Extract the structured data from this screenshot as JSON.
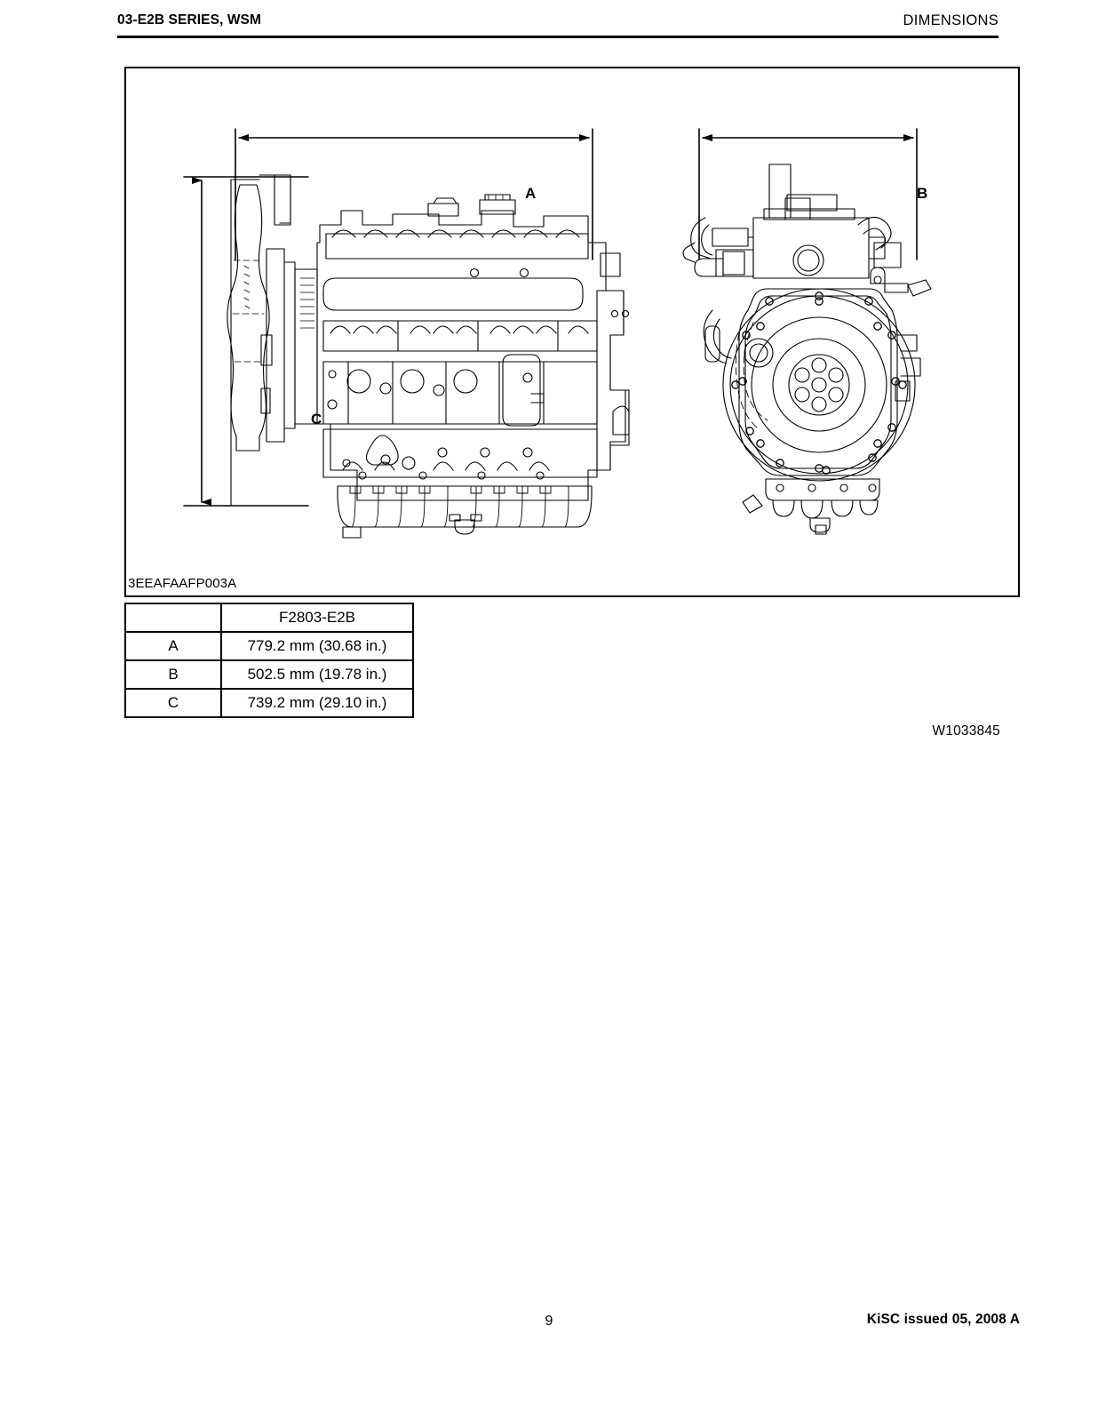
{
  "header": {
    "left_title": "03-E2B SERIES, WSM",
    "right_title": "DIMENSIONS"
  },
  "figure": {
    "caption": "3EEAFAAFP003A",
    "dimension_labels": {
      "a": "A",
      "b": "B",
      "c": "C"
    },
    "views": [
      {
        "name": "engine-side-view",
        "description": "Diesel engine side elevation with cooling fan, cylinder head, oil pan"
      },
      {
        "name": "engine-flywheel-end-view",
        "description": "Diesel engine flywheel end elevation with bell housing and flywheel"
      }
    ]
  },
  "spec_table": {
    "columns": [
      "",
      "F2803-E2B"
    ],
    "rows": [
      {
        "key": "A",
        "value": "779.2 mm (30.68 in.)"
      },
      {
        "key": "B",
        "value": "502.5 mm (19.78 in.)"
      },
      {
        "key": "C",
        "value": "739.2 mm (29.10 in.)"
      }
    ]
  },
  "doc_ref": "W1033845",
  "footer": {
    "page_number": "9",
    "issue": "KiSC issued 05, 2008 A"
  },
  "colors": {
    "ink": "#000000",
    "paper": "#ffffff"
  }
}
